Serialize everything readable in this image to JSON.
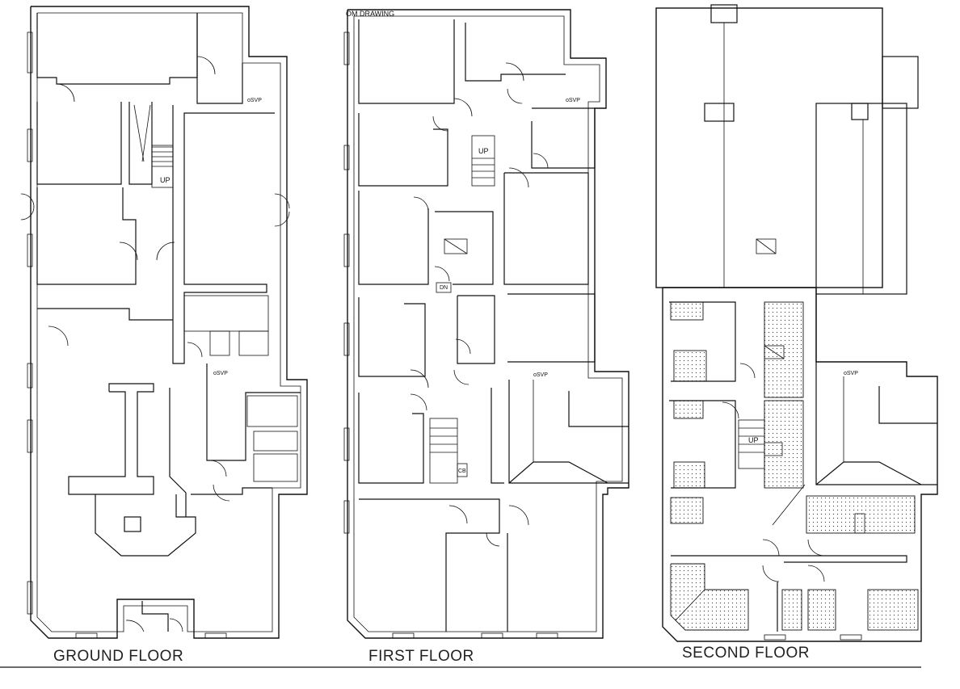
{
  "labels": {
    "ground_floor": "GROUND FLOOR",
    "first_floor": "FIRST FLOOR",
    "second_floor": "SECOND FLOOR",
    "drawing_note": "OM DRAWING",
    "svp": "oSVP",
    "up": "UP",
    "dn": "DN",
    "cb": "CB"
  },
  "colors": {
    "line": "#111111",
    "background": "#ffffff"
  }
}
